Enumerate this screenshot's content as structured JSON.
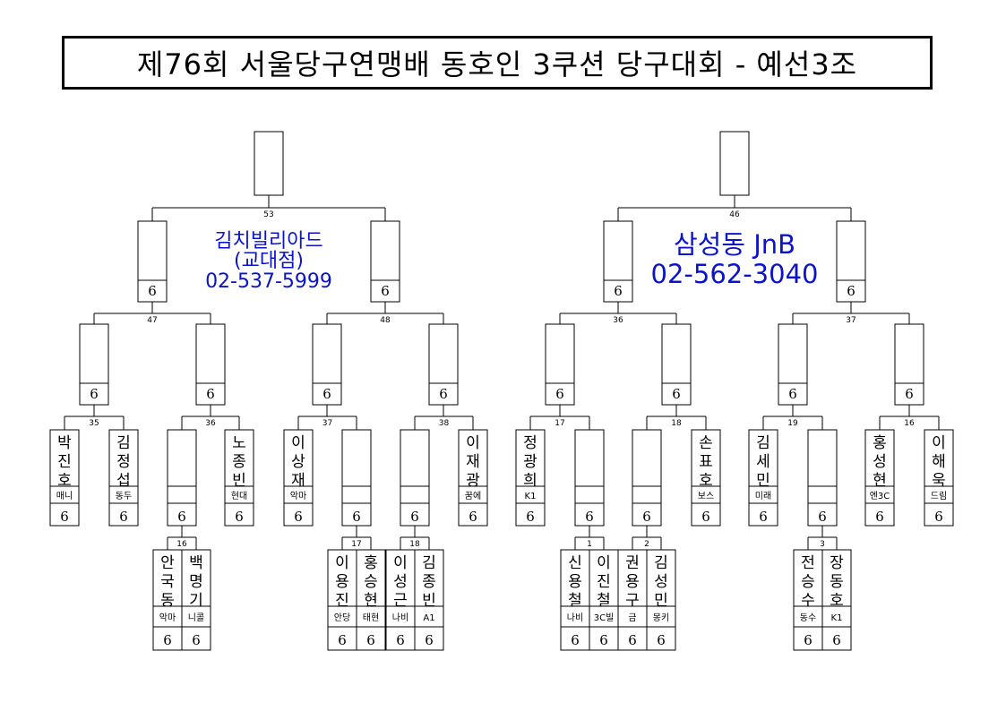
{
  "title": "제76회 서울당구연맹배 동호인 3쿠션 당구대회 - 예선3조",
  "score_mark": "6",
  "sponsors": [
    {
      "lines": [
        "김치빌리아드",
        "(교대점)",
        "02-537-5999"
      ]
    },
    {
      "lines": [
        "삼성동 JnB",
        "02-562-3040"
      ]
    }
  ],
  "match_numbers": {
    "l_final": "53",
    "l_semi_l": "47",
    "l_semi_r": "48",
    "l_qf_1": "35",
    "l_qf_2": "36",
    "l_qf_3": "37",
    "l_qf_4": "38",
    "l_r1_1": "16",
    "l_r1_2": "17",
    "l_r1_3": "18",
    "r_final": "46",
    "r_semi_l": "36",
    "r_semi_r": "37",
    "r_qf_1": "17",
    "r_qf_2": "18",
    "r_qf_3": "19",
    "r_qf_4": "16",
    "r_r1_1": "1",
    "r_r1_2": "2",
    "r_r1_3": "3"
  },
  "players": [
    {
      "name": "박진호",
      "club": "매니"
    },
    {
      "name": "김정섭",
      "club": "동두"
    },
    {
      "name": "노종빈",
      "club": "현대"
    },
    {
      "name": "이상재",
      "club": "악마"
    },
    {
      "name": "이재광",
      "club": "꿈에"
    },
    {
      "name": "안국동",
      "club": "악마"
    },
    {
      "name": "백명기",
      "club": "니콜"
    },
    {
      "name": "이용진",
      "club": "안당"
    },
    {
      "name": "홍승현",
      "club": "태현"
    },
    {
      "name": "이성근",
      "club": "나비"
    },
    {
      "name": "김종빈",
      "club": "A1"
    },
    {
      "name": "정광희",
      "club": "K1"
    },
    {
      "name": "손표호",
      "club": "보스"
    },
    {
      "name": "김세민",
      "club": "미래"
    },
    {
      "name": "홍성현",
      "club": "엔3C"
    },
    {
      "name": "이해욱",
      "club": "드림"
    },
    {
      "name": "신용철",
      "club": "나비"
    },
    {
      "name": "이진철",
      "club": "3C빌"
    },
    {
      "name": "권용구",
      "club": "금"
    },
    {
      "name": "김성민",
      "club": "몽키"
    },
    {
      "name": "전승수",
      "club": "동수"
    },
    {
      "name": "장동호",
      "club": "K1"
    }
  ]
}
